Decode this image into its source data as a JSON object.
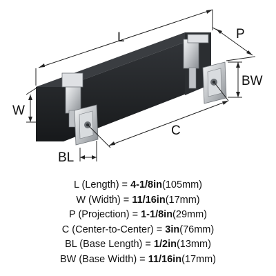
{
  "diagram": {
    "labels": {
      "L": "L",
      "P": "P",
      "W": "W",
      "BW": "BW",
      "C": "C",
      "BL": "BL"
    }
  },
  "specs": [
    {
      "label": "L (Length) = ",
      "value_bold": "4-1/8in",
      "value_rest": "(105mm)"
    },
    {
      "label": "W (Width) = ",
      "value_bold": "11/16in",
      "value_rest": "(17mm)"
    },
    {
      "label": "P (Projection) = ",
      "value_bold": "1-1/8in",
      "value_rest": "(29mm)"
    },
    {
      "label": "C (Center-to-Center) = ",
      "value_bold": "3in",
      "value_rest": "(76mm)"
    },
    {
      "label": "BL (Base Length) = ",
      "value_bold": "1/2in",
      "value_rest": "(13mm)"
    },
    {
      "label": "BW (Base Width) = ",
      "value_bold": "11/16in",
      "value_rest": "(17mm)"
    }
  ],
  "colors": {
    "bar": "#1f2124",
    "chrome": "#c9ccd0",
    "chrome_dark": "#8d9197",
    "chrome_light": "#eef0f2"
  }
}
